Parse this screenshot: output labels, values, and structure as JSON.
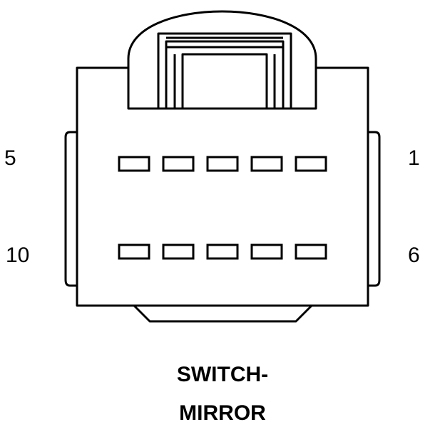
{
  "connector": {
    "pin_labels": {
      "top_left": "5",
      "top_right": "1",
      "bottom_left": "10",
      "bottom_right": "6"
    },
    "rows": 2,
    "cavities_per_row": 5
  },
  "caption": {
    "line1": "SWITCH-",
    "line2": "MIRROR"
  },
  "colors": {
    "stroke": "#000000",
    "background": "#ffffff"
  }
}
